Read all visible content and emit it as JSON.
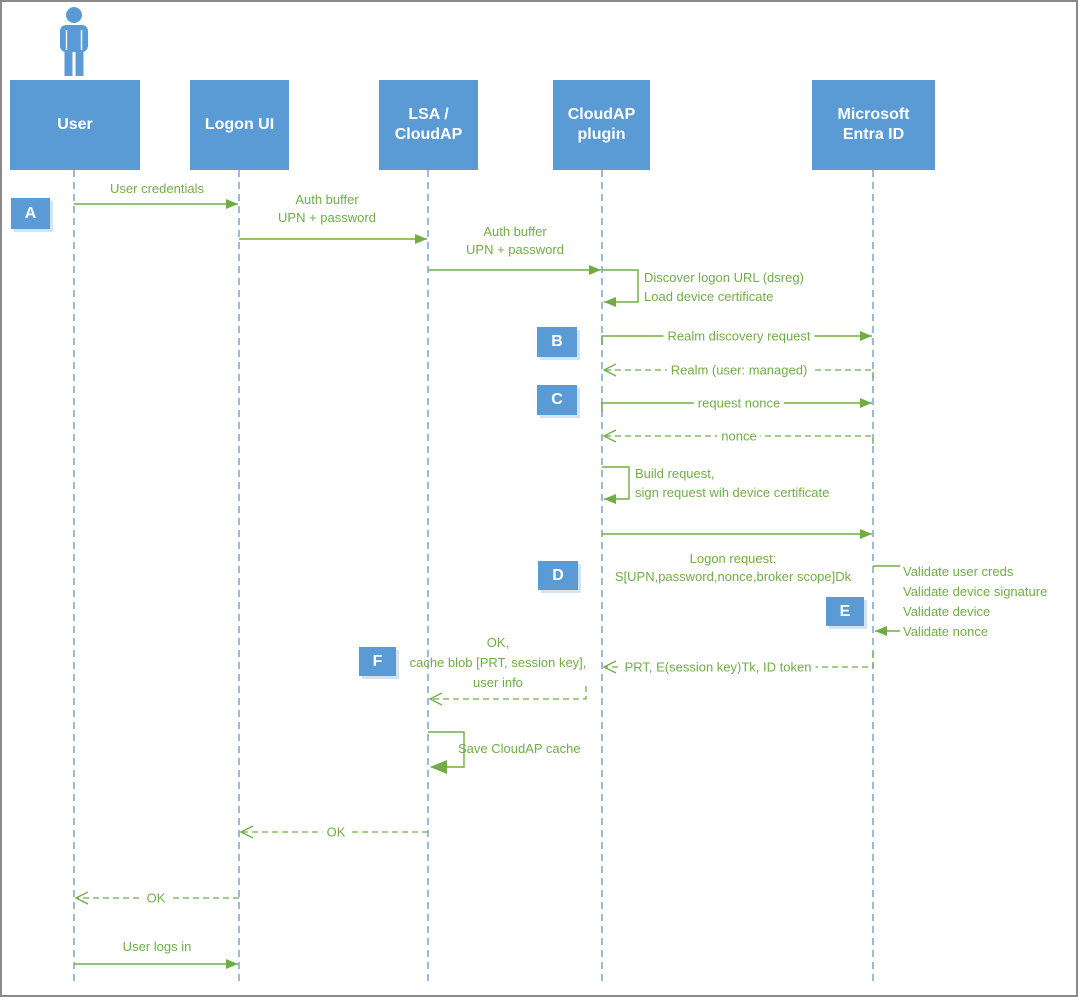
{
  "colors": {
    "actor_fill": "#5B9BD5",
    "message_green": "#70AD47",
    "lifeline_blue": "#6B9FD4",
    "frame_gray": "#8A8A8A"
  },
  "actors": [
    {
      "id": "user",
      "label": "User"
    },
    {
      "id": "logon-ui",
      "label": "Logon UI"
    },
    {
      "id": "lsa-cloudap",
      "label": "LSA /\nCloudAP"
    },
    {
      "id": "cloudap-plugin",
      "label": "CloudAP\nplugin"
    },
    {
      "id": "entra-id",
      "label": "Microsoft\nEntra ID"
    }
  ],
  "badges": [
    "A",
    "B",
    "C",
    "D",
    "E",
    "F"
  ],
  "messages": {
    "user_credentials": "User credentials",
    "auth_buffer_1": "Auth buffer\nUPN + password",
    "auth_buffer_2": "Auth buffer\nUPN + password",
    "discover_logon": "Discover logon URL (dsreg)\nLoad device certificate",
    "realm_discovery_request": "Realm discovery request",
    "realm_response": "Realm (user: managed)",
    "request_nonce": "request nonce",
    "nonce_response": "nonce",
    "build_request": "Build request,\nsign request wih device certificate",
    "logon_request": "Logon request:\nS[UPN,password,nonce,broker scope]Dk",
    "validate": "Validate user creds\nValidate device signature\nValidate device\nValidate nonce",
    "prt_response": "PRT, E(session key)Tk, ID token",
    "ok_cache_blob": "OK,\ncache blob [PRT, session key],\nuser info",
    "save_cloudap_cache": "Save CloudAP cache",
    "ok_to_logon_ui": "OK",
    "ok_to_user": "OK",
    "user_logs_in": "User logs in"
  }
}
